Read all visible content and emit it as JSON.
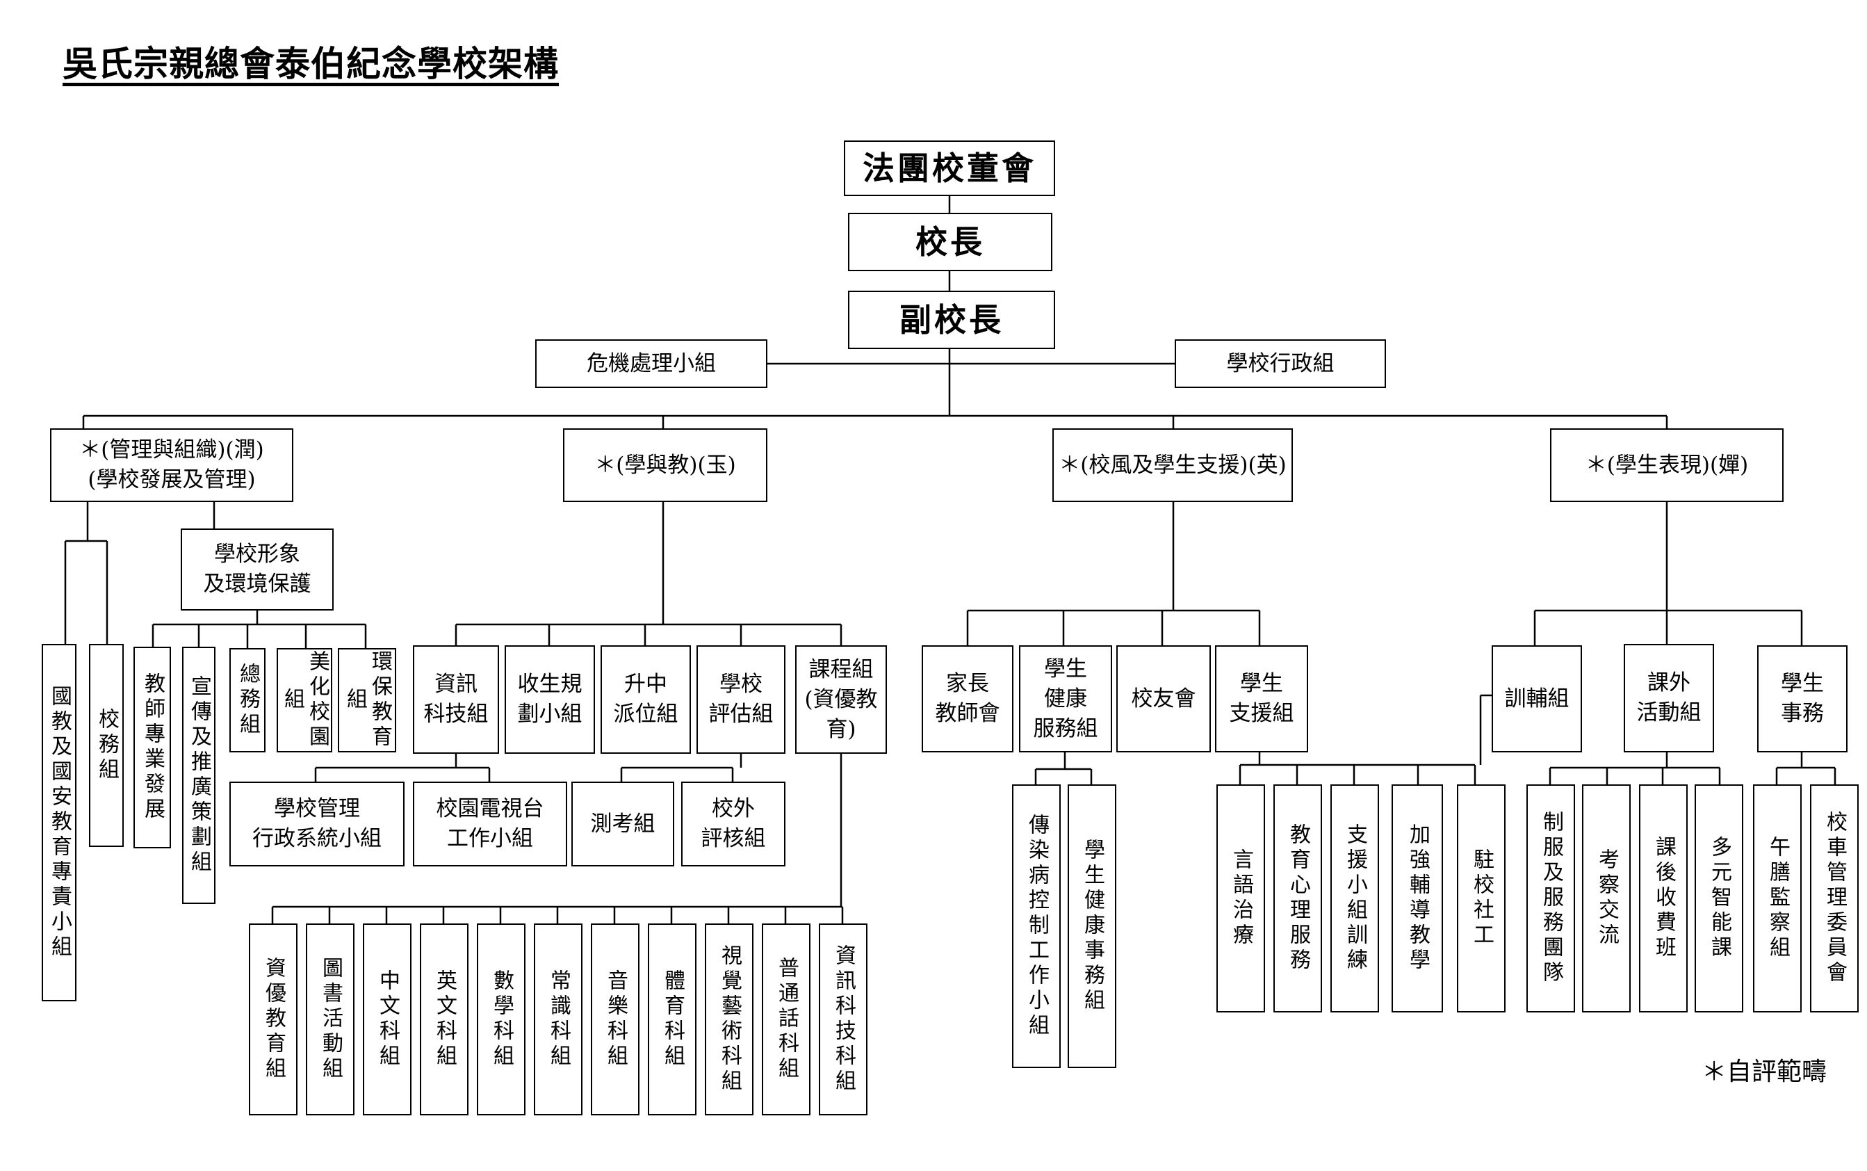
{
  "title": "吳氏宗親總會泰伯紀念學校架構",
  "footnote": "＊自評範疇",
  "top": {
    "board": "法團校董會",
    "principal": "校長",
    "vice_principal": "副校長",
    "crisis": "危機處理小組",
    "admin": "學校行政組"
  },
  "domains": {
    "management": "＊(管理與組織)(潤)\n(學校發展及管理)",
    "learning": "＊(學與教)(玉)",
    "support": "＊(校風及學生支援)(英)",
    "performance": "＊(學生表現)(嬋)"
  },
  "management": {
    "national_security": "國教及國安教育專責小組",
    "school_affairs": "校務組",
    "image": "學校形象\n及環境保護",
    "teacher_dev": "教師專業發展",
    "promotion": "宣傳及推廣策劃組",
    "general": "總務組",
    "beautify": "美化校園組",
    "eco": "環保教育組"
  },
  "learning": {
    "it": "資訊\n科技組",
    "admission": "收生規\n劃小組",
    "secondary": "升中\n派位組",
    "evaluation": "學校\n評估組",
    "curriculum": "課程組\n(資優教\n育)",
    "mgmt_system": "學校管理\n行政系統小組",
    "tv": "校園電視台\n工作小組",
    "exam": "測考組",
    "external_review": "校外\n評核組",
    "subjects": [
      "資優教育組",
      "圖書活動組",
      "中文科組",
      "英文科組",
      "數學科組",
      "常識科組",
      "音樂科組",
      "體育科組",
      "視覺藝術科組",
      "普通話科組",
      "資訊科技科組"
    ]
  },
  "support": {
    "pta": "家長\n教師會",
    "health": "學生\n健康\n服務組",
    "alumni": "校友會",
    "student_support": "學生\n支援組",
    "infection": "傳染病控制工作小組",
    "health_affairs": "學生健康事務組",
    "speech": "言語治療",
    "psychology": "教育心理服務",
    "training": "支援小組訓練",
    "tutoring": "加強輔導教學",
    "social_work": "駐校社工"
  },
  "performance": {
    "guidance": "訓輔組",
    "eca": "課外\n活動組",
    "affairs": "學生\n事務",
    "uniform": "制服及服務團隊",
    "visit": "考察交流",
    "afterschool": "課後收費班",
    "intelligence": "多元智能課",
    "lunch": "午膳監察組",
    "bus": "校車管理委員會"
  }
}
